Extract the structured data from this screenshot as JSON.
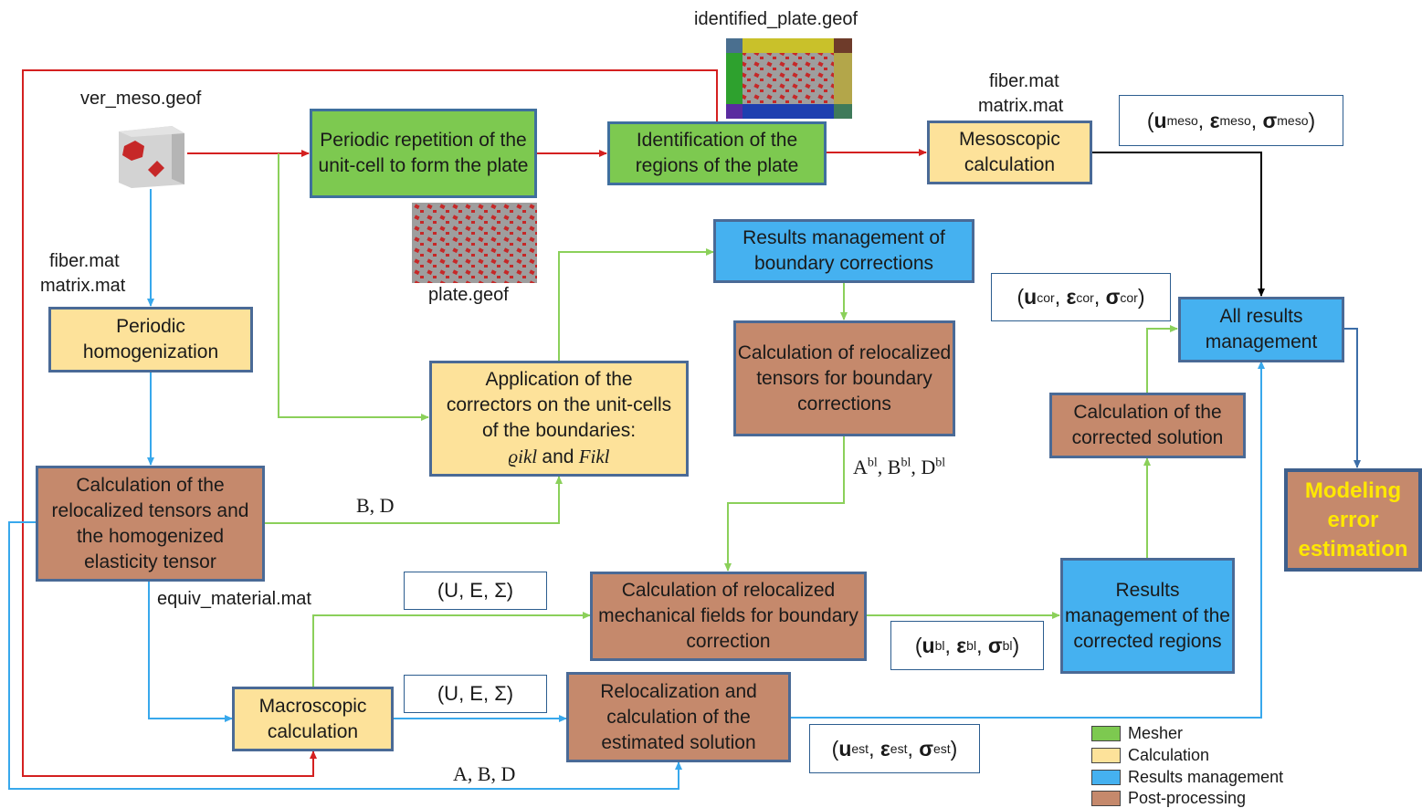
{
  "files": {
    "ver_meso": "ver_meso.geof",
    "identified_plate": "identified_plate.geof",
    "plate": "plate.geof",
    "fiber_mat_top": "fiber.mat",
    "matrix_mat_top": "matrix.mat",
    "fiber_mat_left": "fiber.mat",
    "matrix_mat_left": "matrix.mat",
    "equiv_material": "equiv_material.mat"
  },
  "boxes": {
    "periodic_repetition": "Periodic repetition of the unit-cell to form the plate",
    "identification": "Identification of the regions of the plate",
    "mesoscopic": "Mesoscopic calculation",
    "periodic_homogenization": "Periodic homogenization",
    "results_boundary": "Results management of boundary corrections",
    "application_correctors": "Application of the correctors on the unit-cells of the boundaries:",
    "application_correctors_formula_a": "ϱikl",
    "application_correctors_and": "and",
    "application_correctors_formula_b": "Fikl",
    "calc_relocalized_boundary": "Calculation of relocalized tensors for boundary corrections",
    "calc_relocalized_homogenized": "Calculation of the relocalized tensors and the homogenized elasticity tensor",
    "all_results": "All results management",
    "calc_corrected": "Calculation of the corrected solution",
    "modeling_error": "Modeling error estimation",
    "calc_mechanical_fields": "Calculation of relocalized mechanical fields for boundary correction",
    "results_corrected_regions": "Results management of the corrected regions",
    "macroscopic": "Macroscopic calculation",
    "relocalization_estimated": "Relocalization and calculation of the estimated solution"
  },
  "edge_labels": {
    "bd": "B, D",
    "abd": "A, B, D",
    "a_bl": "A",
    "b_bl": "B",
    "d_bl": "D",
    "bl_sup": "bl"
  },
  "tuples": {
    "meso": {
      "u": "u",
      "eps": "ε",
      "sigma": "σ",
      "sup": "meso"
    },
    "cor": {
      "u": "u",
      "eps": "ε",
      "sigma": "σ",
      "sup": "cor"
    },
    "bl": {
      "u": "u",
      "eps": "ε",
      "sigma": "σ",
      "sup": "bl"
    },
    "est": {
      "u": "u",
      "eps": "ε",
      "sigma": "σ",
      "sup": "est"
    },
    "ues_1": "(U, E, Σ)",
    "ues_2": "(U, E, Σ)"
  },
  "legend": [
    {
      "label": "Mesher",
      "color": "#7dc950"
    },
    {
      "label": "Calculation",
      "color": "#fde29a"
    },
    {
      "label": "Results management",
      "color": "#45b1f0"
    },
    {
      "label": "Post-processing",
      "color": "#c5896c"
    }
  ],
  "colors": {
    "red_arrow": "#d42020",
    "blue_arrow": "#38a8ec",
    "green_arrow": "#8bd05a",
    "black_arrow": "#000000",
    "steel_arrow": "#3c6ea8"
  }
}
